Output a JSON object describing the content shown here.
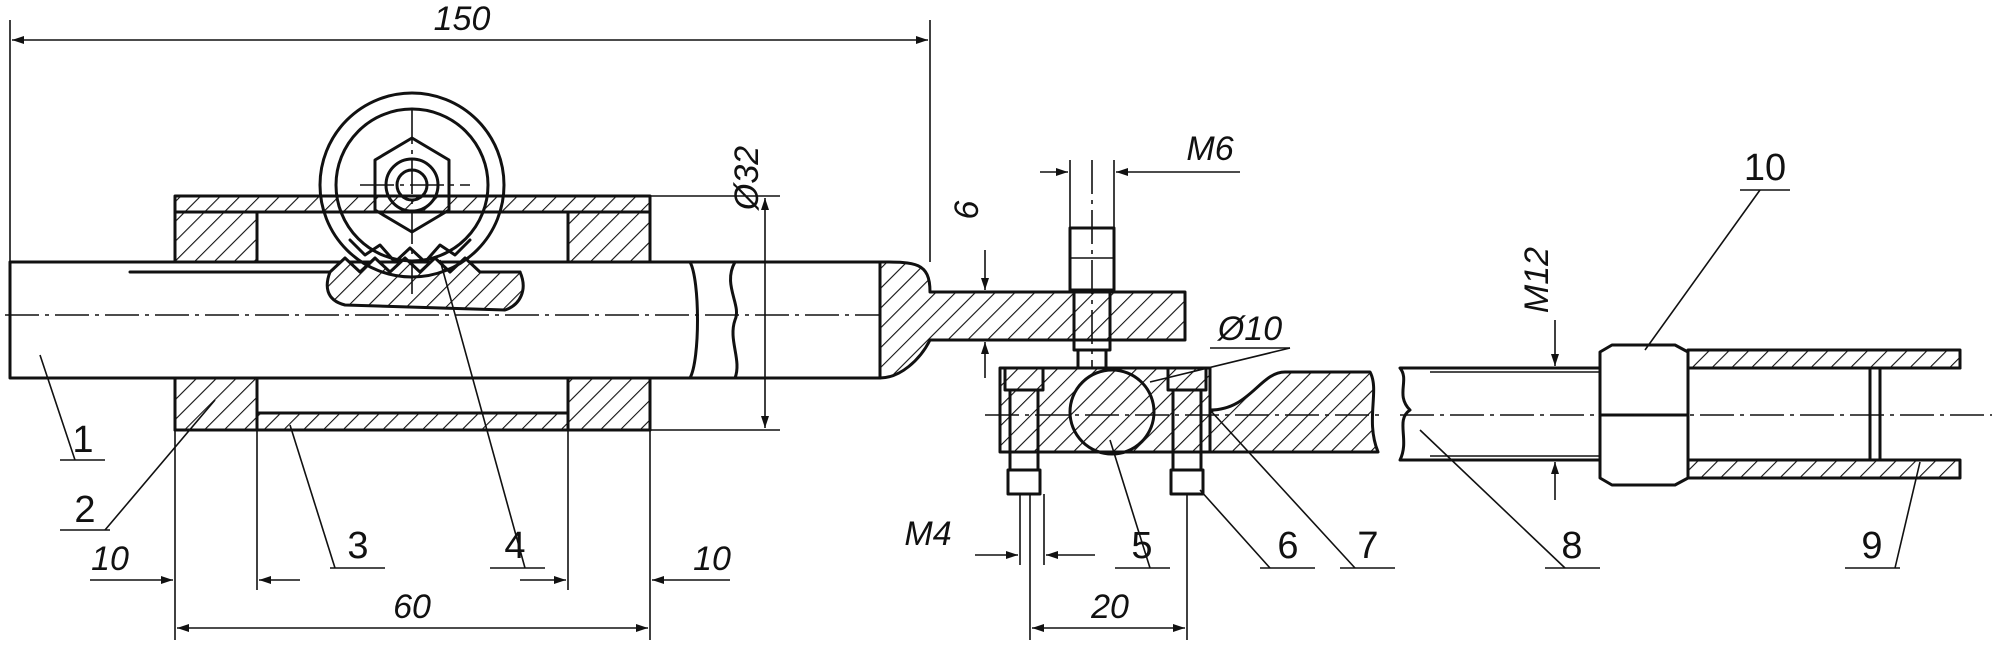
{
  "dimensions": {
    "overall_length": "150",
    "diameter_outer": "Ø32",
    "thread_m6": "M6",
    "thickness_6": "6",
    "diameter_10": "Ø10",
    "thread_m12": "M12",
    "thread_m4": "M4",
    "length_60": "60",
    "bush_left_10": "10",
    "bush_right_10": "10",
    "spacing_20": "20"
  },
  "part_labels": [
    "1",
    "2",
    "3",
    "4",
    "5",
    "6",
    "7",
    "8",
    "9",
    "10"
  ]
}
